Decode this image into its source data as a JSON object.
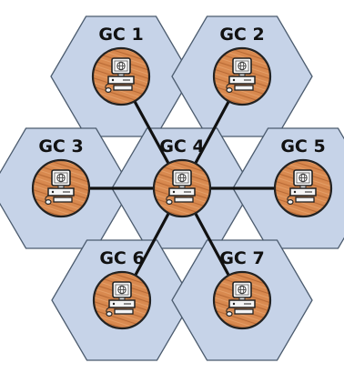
{
  "diagram": {
    "cells": [
      {
        "id": "gc1",
        "label": "GC 1"
      },
      {
        "id": "gc2",
        "label": "GC 2"
      },
      {
        "id": "gc3",
        "label": "GC 3"
      },
      {
        "id": "gc4",
        "label": "GC 4"
      },
      {
        "id": "gc5",
        "label": "GC 5"
      },
      {
        "id": "gc6",
        "label": "GC 6"
      },
      {
        "id": "gc7",
        "label": "GC 7"
      }
    ],
    "links": [
      [
        "gc4",
        "gc1"
      ],
      [
        "gc4",
        "gc2"
      ],
      [
        "gc4",
        "gc3"
      ],
      [
        "gc4",
        "gc5"
      ],
      [
        "gc4",
        "gc6"
      ],
      [
        "gc4",
        "gc7"
      ]
    ],
    "node_icon": "computer-icon",
    "colors": {
      "cell_fill": "#c6d3e8",
      "cell_stroke": "#4b5b6e",
      "node_fill": "#d8894f",
      "link": "#111111",
      "monitor_screen": "#ffffff",
      "globe": "#3a3a3a"
    }
  }
}
